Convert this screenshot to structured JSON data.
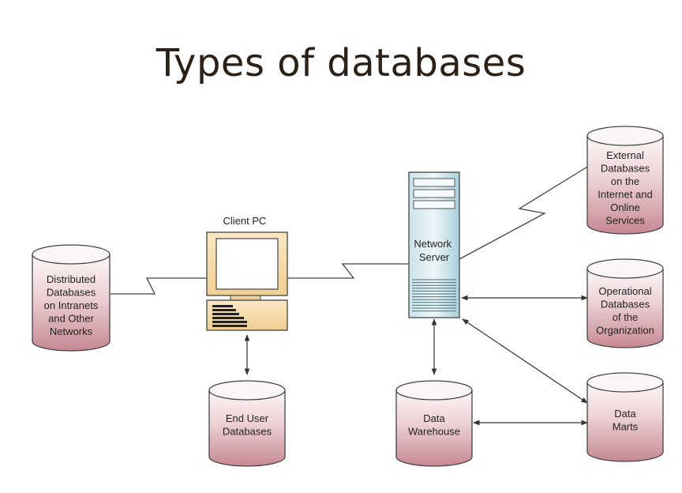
{
  "title": "Types of databases",
  "labels": {
    "client_pc": "Client PC",
    "network_server": [
      "Network",
      "Server"
    ]
  },
  "databases": {
    "distributed": [
      "Distributed",
      "Databases",
      "on Intranets",
      "and Other",
      "Networks"
    ],
    "end_user": [
      "End User",
      "Databases"
    ],
    "warehouse": [
      "Data",
      "Warehouse"
    ],
    "external": [
      "External",
      "Databases",
      "on the",
      "Internet and",
      "Online",
      "Services"
    ],
    "operational": [
      "Operational",
      "Databases",
      "of the",
      "Organization"
    ],
    "marts": [
      "Data",
      "Marts"
    ]
  },
  "colors": {
    "cylinder_fill_top": "#fbf3f3",
    "cylinder_fill_bottom": "#c98f9a",
    "server_fill": "#d8ebf1",
    "monitor_fill": "#f4d9a6"
  }
}
